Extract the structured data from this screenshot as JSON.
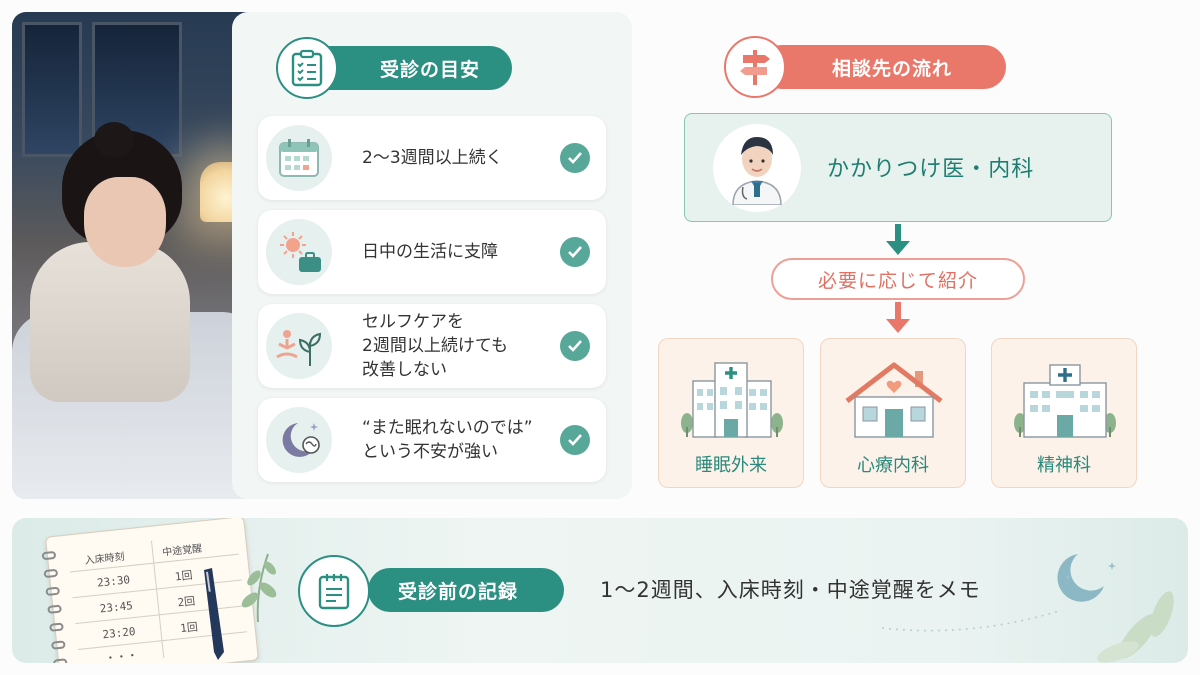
{
  "criteria": {
    "title": "受診の目安",
    "items": [
      {
        "icon": "calendar-icon",
        "text": "2～3週間以上続く"
      },
      {
        "icon": "sun-briefcase-icon",
        "text": "日中の生活に支障"
      },
      {
        "icon": "meditation-plant-icon",
        "text": "セルフケアを\n2週間以上続けても\n改善しない"
      },
      {
        "icon": "moon-brain-icon",
        "text": "“また眠れないのでは”\nという不安が強い"
      }
    ]
  },
  "flow": {
    "title": "相談先の流れ",
    "primary": "かかりつけ医・内科",
    "referral": "必要に応じて紹介",
    "departments": [
      {
        "icon": "hospital-icon",
        "label": "睡眠外来"
      },
      {
        "icon": "clinic-house-icon",
        "label": "心療内科"
      },
      {
        "icon": "hospital-icon",
        "label": "精神科"
      }
    ]
  },
  "record": {
    "title": "受診前の記録",
    "text": "1～2週間、入床時刻・中途覚醒をメモ",
    "notebook": {
      "headers": [
        "入床時刻",
        "中途覚醒"
      ],
      "rows": [
        [
          "23:30",
          "1回"
        ],
        [
          "23:45",
          "2回"
        ],
        [
          "23:20",
          "1回"
        ],
        [
          "・・・",
          ""
        ]
      ]
    }
  },
  "colors": {
    "teal": "#2b8f82",
    "coral": "#e9776a",
    "check": "#57a898"
  }
}
